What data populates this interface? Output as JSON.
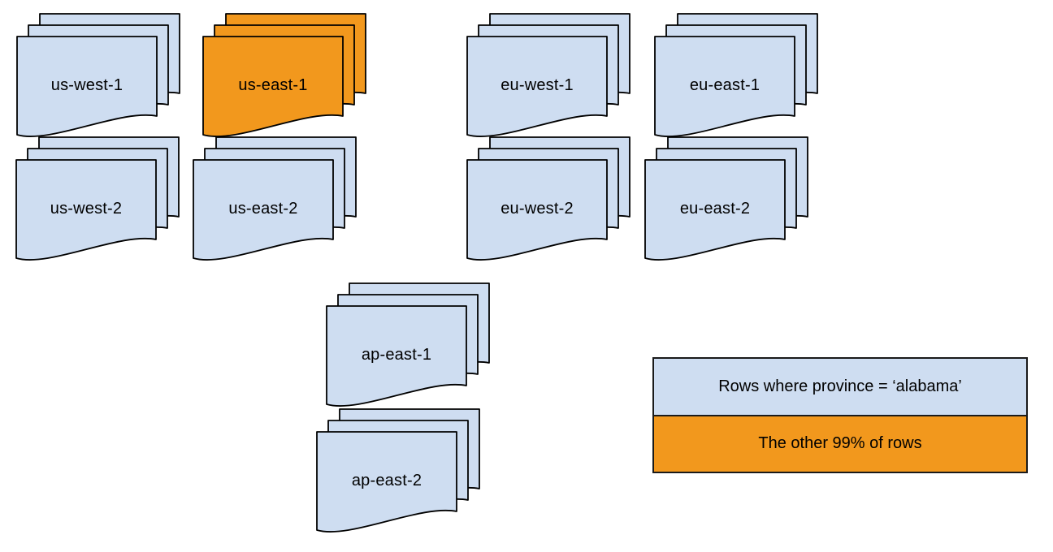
{
  "diagram": {
    "description": "Document stacks representing data partitions per cloud region, with one highlighted region",
    "colors": {
      "document_blue": "#CEDDF1",
      "highlight_orange": "#F2981D",
      "stroke": "#000000",
      "background": "#FFFFFF"
    }
  },
  "stacks": [
    {
      "id": "us-west-1",
      "label": "us-west-1",
      "fill": "#CEDDF1"
    },
    {
      "id": "us-east-1",
      "label": "us-east-1",
      "fill": "#F2981D"
    },
    {
      "id": "eu-west-1",
      "label": "eu-west-1",
      "fill": "#CEDDF1"
    },
    {
      "id": "eu-east-1",
      "label": "eu-east-1",
      "fill": "#CEDDF1"
    },
    {
      "id": "us-west-2",
      "label": "us-west-2",
      "fill": "#CEDDF1"
    },
    {
      "id": "us-east-2",
      "label": "us-east-2",
      "fill": "#CEDDF1"
    },
    {
      "id": "eu-west-2",
      "label": "eu-west-2",
      "fill": "#CEDDF1"
    },
    {
      "id": "eu-east-2",
      "label": "eu-east-2",
      "fill": "#CEDDF1"
    },
    {
      "id": "ap-east-1",
      "label": "ap-east-1",
      "fill": "#CEDDF1"
    },
    {
      "id": "ap-east-2",
      "label": "ap-east-2",
      "fill": "#CEDDF1"
    }
  ],
  "legend": {
    "rows": [
      {
        "label": "Rows where province = ‘alabama’",
        "fill": "#CEDDF1"
      },
      {
        "label": "The other 99% of rows",
        "fill": "#F2981D"
      }
    ]
  }
}
